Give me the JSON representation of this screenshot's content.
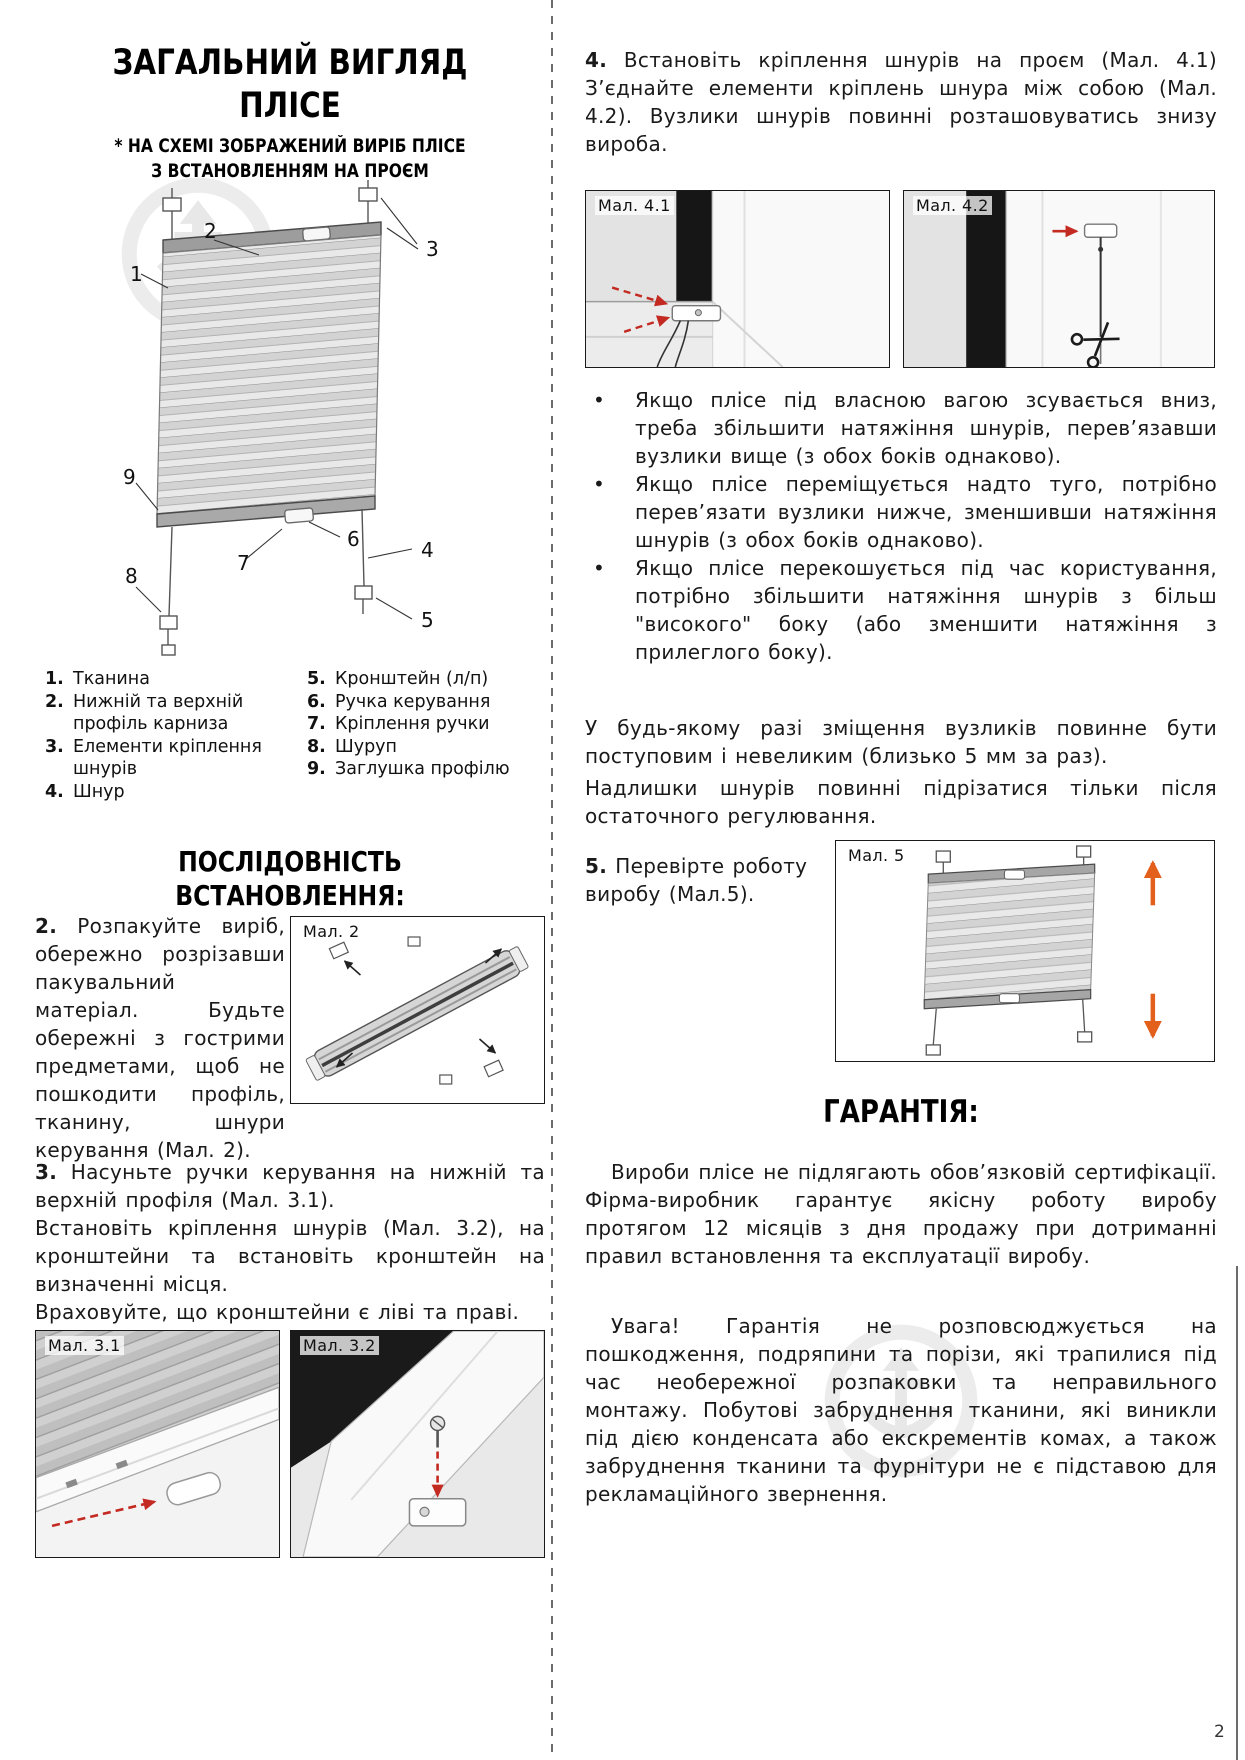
{
  "page": {
    "number": "2"
  },
  "figures": {
    "fig2": "Мал. 2",
    "fig31": "Мал. 3.1",
    "fig32": "Мал. 3.2",
    "fig41": "Мал. 4.1",
    "fig42": "Мал. 4.2",
    "fig5": "Мал. 5"
  },
  "left": {
    "title1": "ЗАГАЛЬНИЙ ВИГЛЯД",
    "title2": "ПЛІСЕ",
    "sub1": "* НА СХЕМІ ЗОБРАЖЕНИЙ ВИРІБ ПЛІСЕ",
    "sub2": "З ВСТАНОВЛЕННЯМ НА ПРОЄМ",
    "callouts": [
      "1",
      "2",
      "3",
      "4",
      "5",
      "6",
      "7",
      "8",
      "9"
    ],
    "legend": {
      "col1": [
        {
          "n": "1.",
          "t": "Тканина"
        },
        {
          "n": "2.",
          "t": "Нижній та верхній профіль карниза"
        },
        {
          "n": "3.",
          "t": "Елементи кріплення шнурів"
        },
        {
          "n": "4.",
          "t": "Шнур"
        }
      ],
      "col2": [
        {
          "n": "5.",
          "t": "Кронштейн (л/п)"
        },
        {
          "n": "6.",
          "t": "Ручка керування"
        },
        {
          "n": "7.",
          "t": "Кріплення ручки"
        },
        {
          "n": "8.",
          "t": "Шуруп"
        },
        {
          "n": "9.",
          "t": "Заглушка профілю"
        }
      ]
    },
    "seq_title": "ПОСЛІДОВНІСТЬ ВСТАНОВЛЕННЯ:",
    "step2": {
      "num": "2.",
      "text": "Розпакуйте виріб, обережно розрізавши пакувальний матеріал. Будьте обережні з гострими предметами, щоб не пошкодити профіль, тканину, шнури керування (Мал. 2)."
    },
    "step3": {
      "num": "3.",
      "p1": "Насуньте ручки керування на нижній та верхній профіля (Мал. 3.1).",
      "p2": "Встановіть кріплення шнурів (Мал. 3.2), на кронштейни та встановіть кронштейн на визначенні місця.",
      "p3": "Враховуйте, що кронштейни є ліві та праві."
    }
  },
  "right": {
    "step4": {
      "num": "4.",
      "text": "Встановіть кріплення шнурів на проєм (Мал. 4.1) З’єднайте елементи кріплень шнура між собою (Мал. 4.2). Вузлики шнурів повинні розташовуватись знизу вироба."
    },
    "bullet_char": "•",
    "bullets": [
      "Якщо плісе під власною вагою зсувається вниз, треба збільшити натяжіння шнурів, перев’язавши вузлики вище (з обох боків однаково).",
      "Якщо плісе переміщується надто туго, потрібно перев’язати вузлики нижче, зменшивши натяжіння шнурів (з обох боків однаково).",
      "Якщо плісе перекошується під час користування, потрібно збільшити натяжіння шнурів з більш \"високого\" боку (або зменшити натяжіння з прилеглого боку)."
    ],
    "para1": "У будь-якому разі зміщення вузликів повинне бути поступовим і невеликим (близько 5 мм за раз).",
    "para2": "Надлишки шнурів повинні підрізатися тільки після остаточного регулювання.",
    "step5": {
      "num": "5.",
      "text": "Перевірте роботу виробу (Мал.5)."
    },
    "warranty": {
      "title": "ГАРАНТІЯ:",
      "p1": "Вироби плісе не підлягають обов’язковій сертифікації. Фірма-виробник гарантує якісну роботу виробу протягом 12 місяців з дня продажу при дотриманні правил встановлення та експлуатації виробу.",
      "p2": "Увага! Гарантія не розповсюджується на пошкодження, подряпини та порізи, які трапилися під час необережної розпаковки та неправильного монтажу. Побутові забруднення тканини, які виникли під дією конденсата або екскрементів комах, а також забруднення тканини та фурнітури не є підставою для рекламаційного звернення."
    }
  }
}
